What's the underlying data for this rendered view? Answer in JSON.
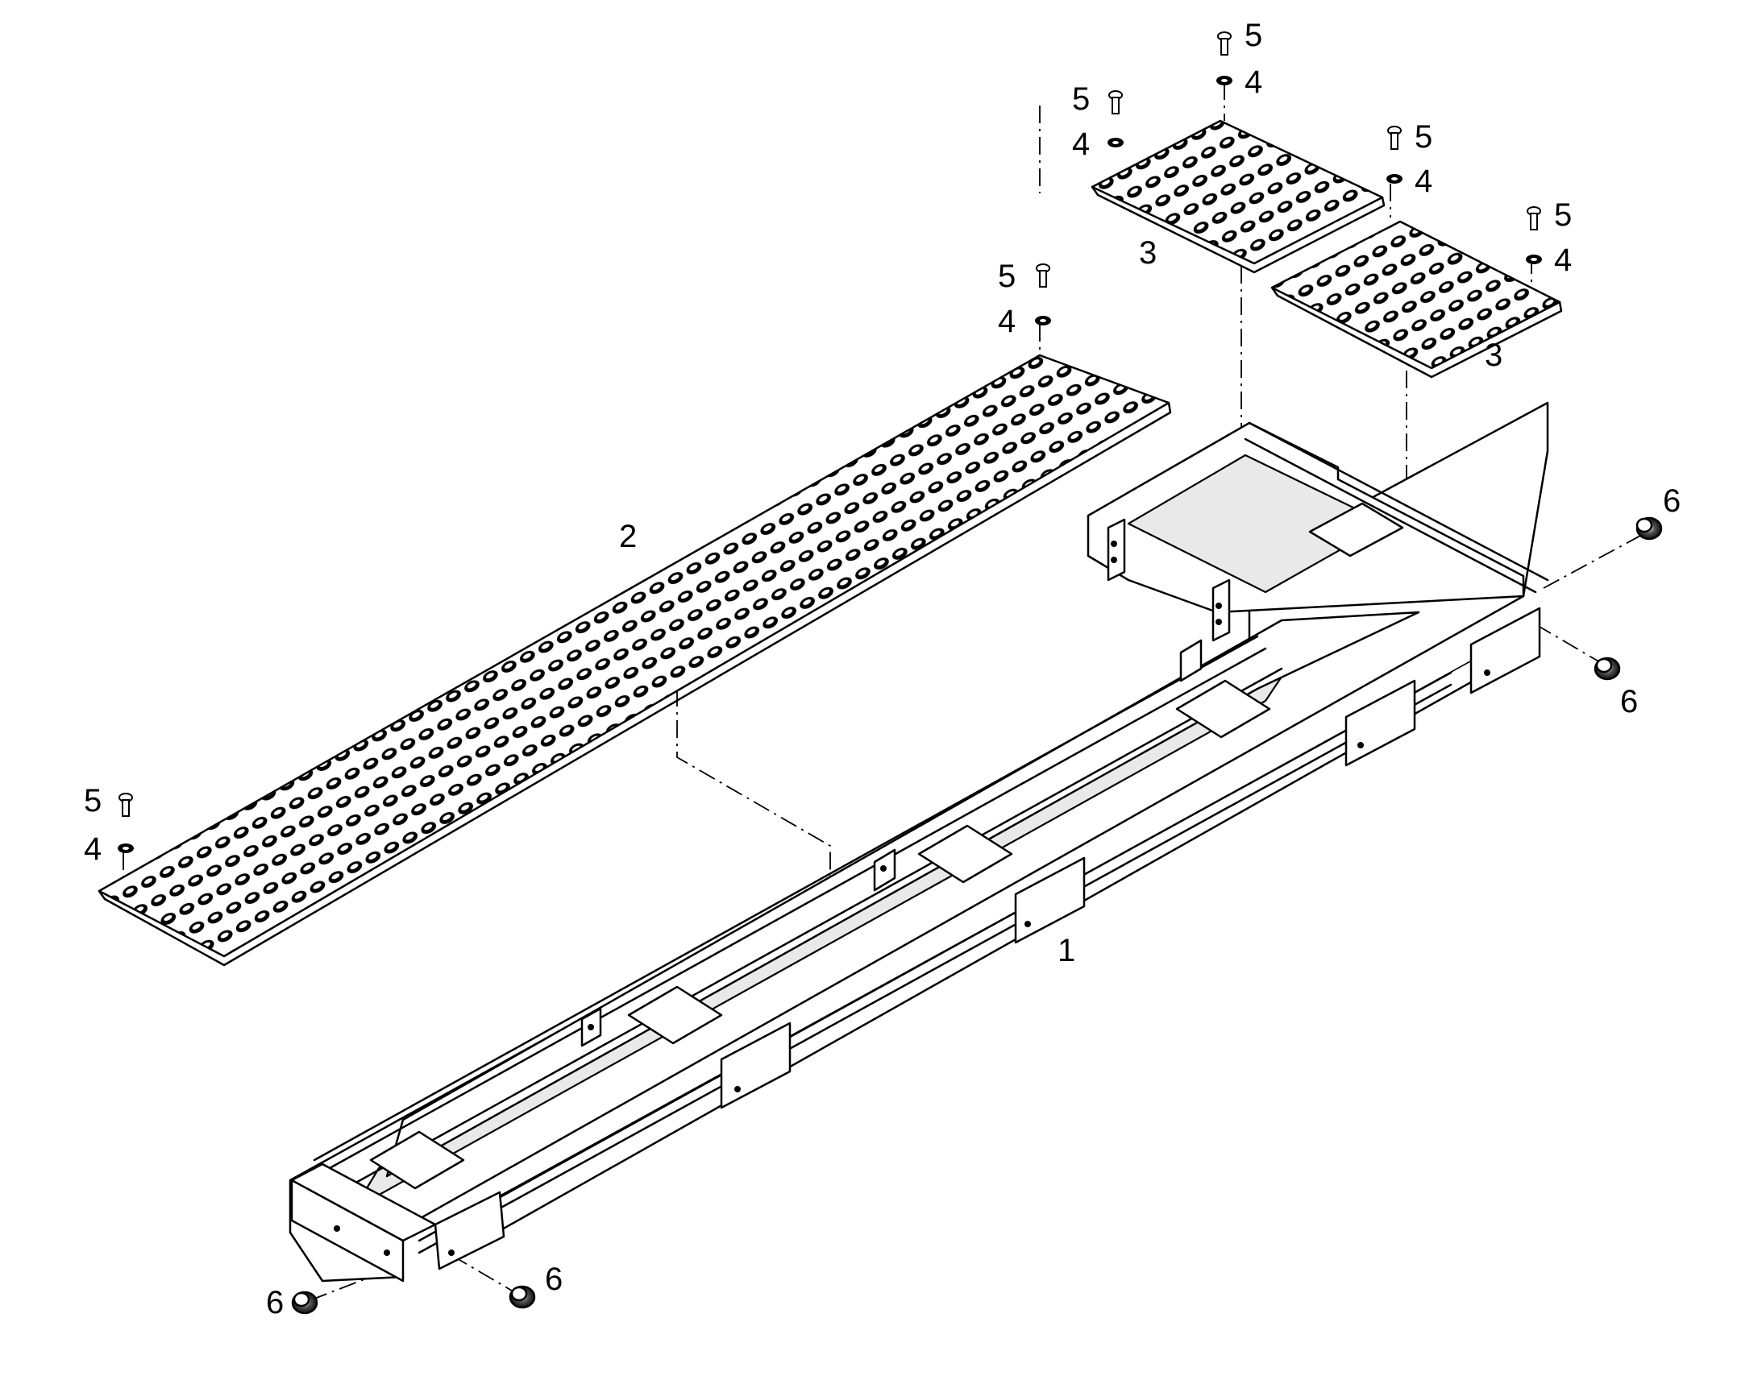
{
  "colors": {
    "ink": "#000000",
    "paper": "#ffffff",
    "shade": "#e9e9e9"
  },
  "callouts": {
    "part_1": "1",
    "part_2": "2",
    "part_3": "3",
    "part_4": "4",
    "part_5": "5",
    "part_6": "6"
  }
}
